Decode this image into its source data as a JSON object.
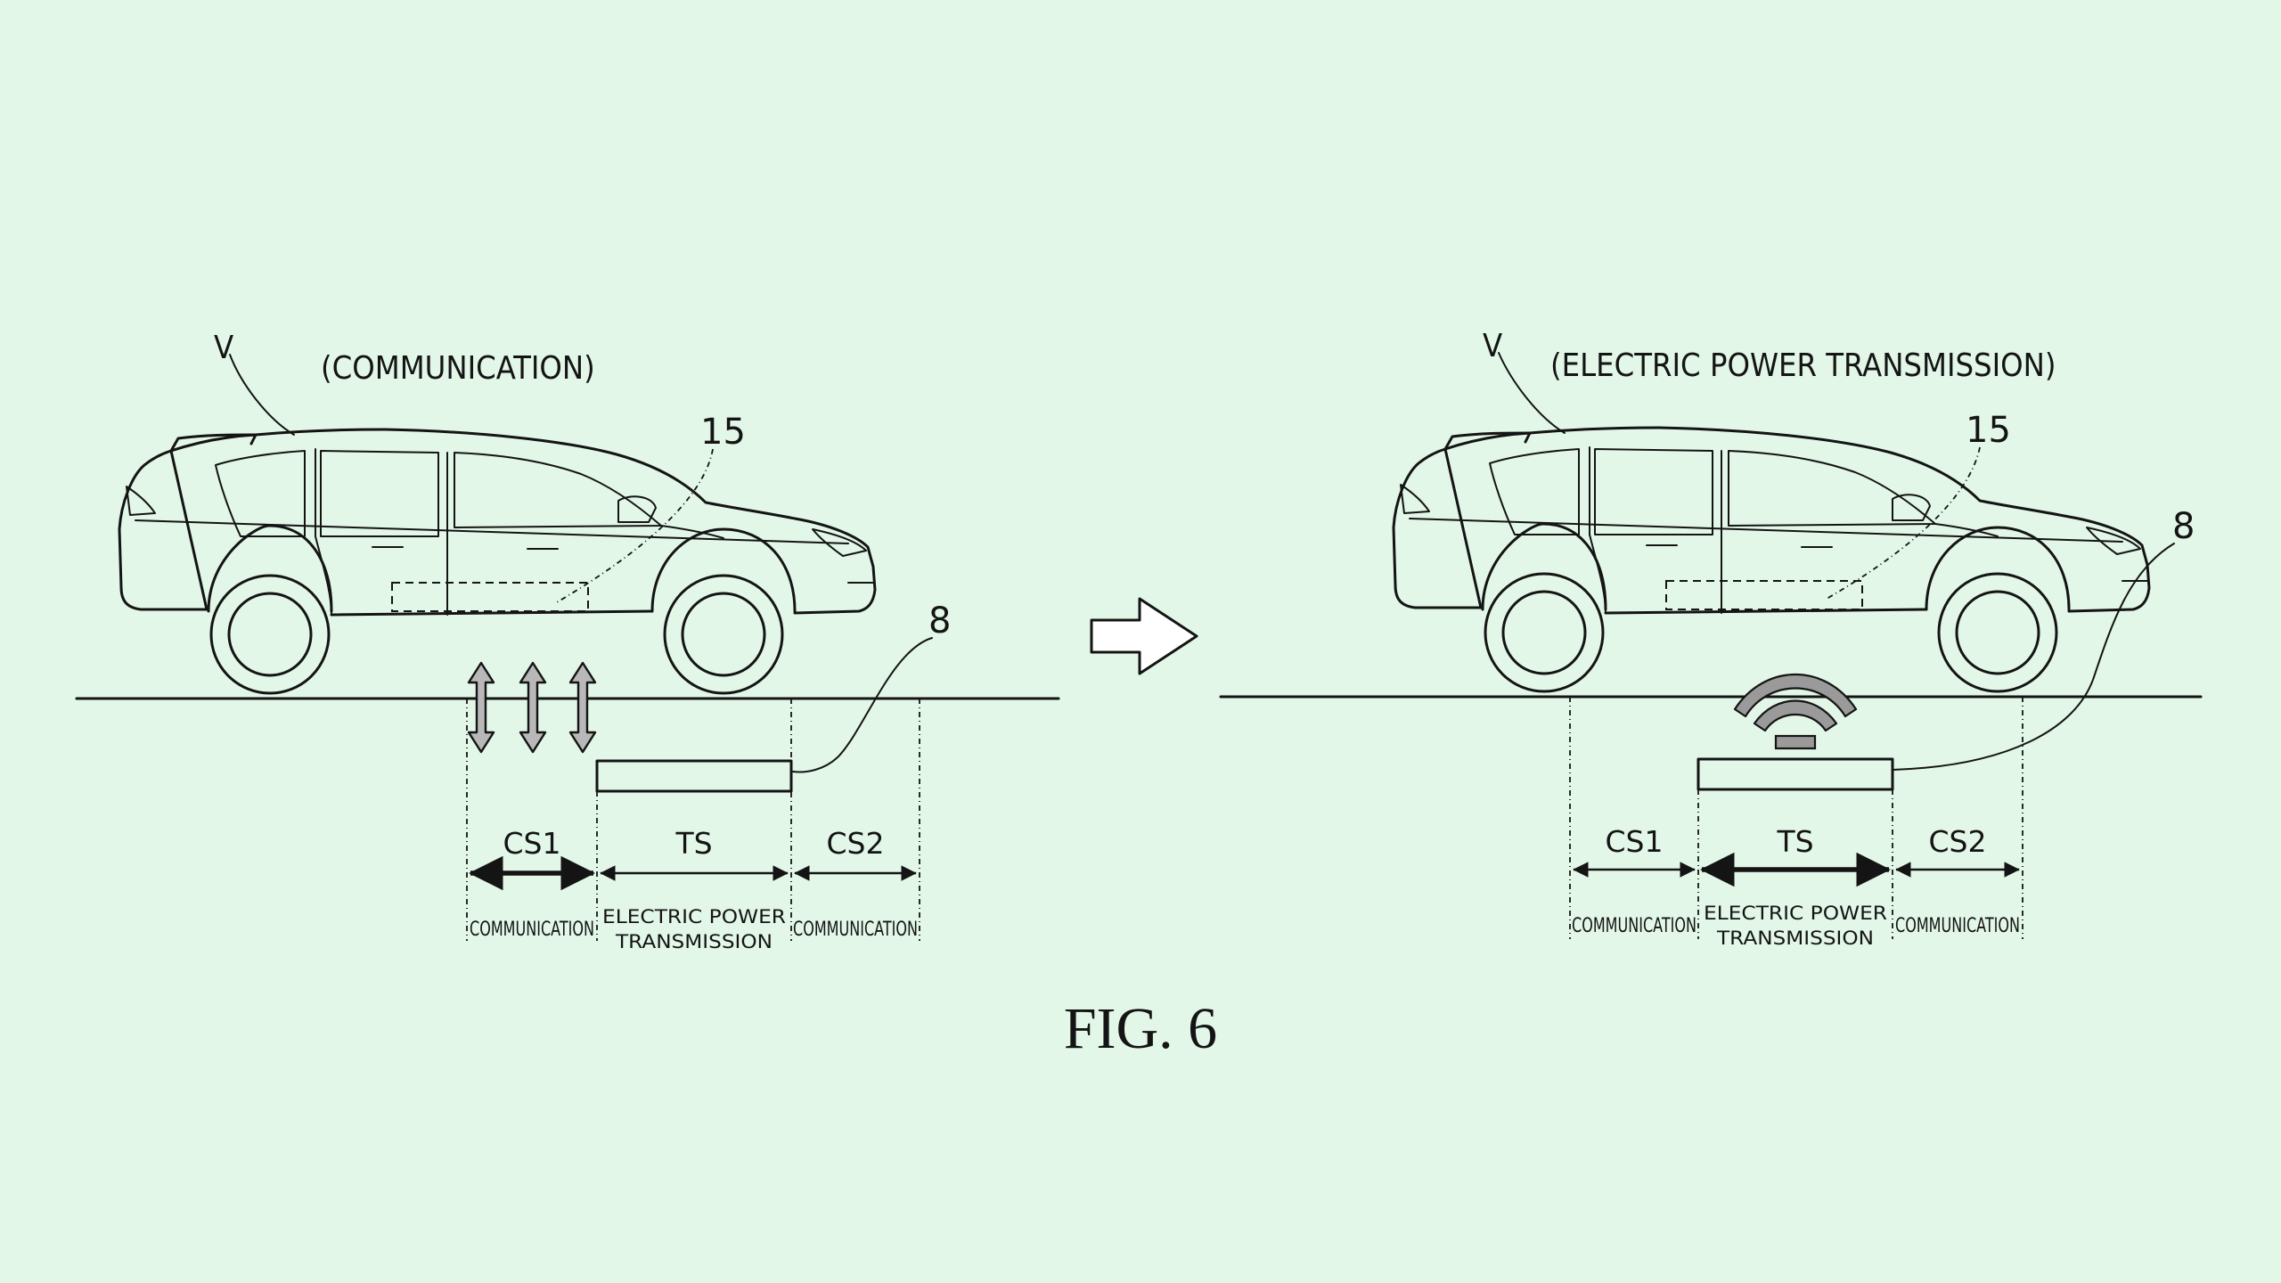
{
  "left_panel": {
    "state_label": "(COMMUNICATION)",
    "vehicle_label": "V",
    "unit_label": "15",
    "coil_label": "8",
    "zones": {
      "cs1": "CS1",
      "ts": "TS",
      "cs2": "CS2",
      "cs1_sub": "COMMUNICATION",
      "ts_sub_line1": "ELECTRIC POWER",
      "ts_sub_line2": "TRANSMISSION",
      "cs2_sub": "COMMUNICATION"
    }
  },
  "right_panel": {
    "state_label": "(ELECTRIC POWER TRANSMISSION)",
    "vehicle_label": "V",
    "unit_label": "15",
    "coil_label": "8",
    "zones": {
      "cs1": "CS1",
      "ts": "TS",
      "cs2": "CS2",
      "cs1_sub": "COMMUNICATION",
      "ts_sub_line1": "ELECTRIC POWER",
      "ts_sub_line2": "TRANSMISSION",
      "cs2_sub": "COMMUNICATION"
    }
  },
  "figure_caption": "FIG. 6",
  "colors": {
    "background": "#e2f7e8",
    "ink": "#141414",
    "signal_fill": "#9a9a9a"
  },
  "icons": {
    "transition": "right-arrow-icon",
    "communication": "double-vertical-arrow-icon",
    "power": "wireless-waves-icon"
  }
}
